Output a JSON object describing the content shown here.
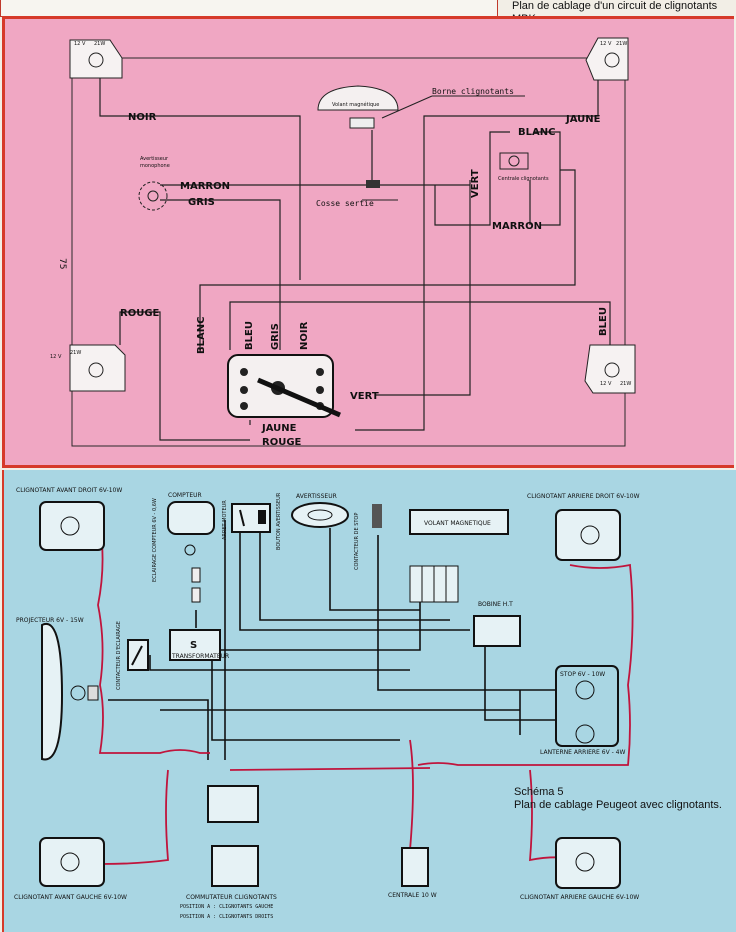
{
  "top_caption": "Plan de cablage d'un circuit de clignotants MBK.",
  "top_diagram": {
    "page_marker": "75",
    "lamp_rating_v": "12 V",
    "lamp_rating_w": "21W",
    "volant_label": "Volant magnétique",
    "borne_label": "Borne clignotants",
    "cosse_label": "Cosse sertie",
    "avertisseur_label": "Avertisseur",
    "avertisseur_sub": "monophone",
    "centrale_label": "Centrale clignotants",
    "wires": {
      "noir": "NOIR",
      "jaune": "JAUNE",
      "blanc": "BLANC",
      "marron": "MARRON",
      "gris": "GRIS",
      "vert": "VERT",
      "rouge": "ROUGE",
      "bleu": "BLEU"
    }
  },
  "bottom_diagram": {
    "clign_av_droit": "CLIGNOTANT AVANT DROIT 6V-10W",
    "clign_ar_droit": "CLIGNOTANT ARRIERE DROIT 6V-10W",
    "clign_av_gauche": "CLIGNOTANT AVANT GAUCHE 6V-10W",
    "clign_ar_gauche": "CLIGNOTANT ARRIERE GAUCHE 6V-10W",
    "projecteur": "PROJECTEUR 6V - 15W",
    "compteur": "COMPTEUR",
    "eclairage_compteur": "ECLAIRAGE COMPTEUR 6V - 0,6W",
    "arret_moteur": "ARRET MOTEUR",
    "bouton_avertisseur": "BOUTON AVERTISSEUR",
    "avertisseur": "AVERTISSEUR",
    "contacteur_stop": "CONTACTEUR DE STOP",
    "volant": "VOLANT MAGNETIQUE",
    "bobine": "BOBINE H.T",
    "contacteur_eclairage": "CONTACTEUR D'ECLAIRAGE",
    "transformateur": "TRANSFORMATEUR",
    "transfo_symbol": "S",
    "stop": "STOP 6V - 10W",
    "lanterne": "LANTERNE ARRIERE 6V - 4W",
    "commutateur": "COMMUTATEUR CLIGNOTANTS",
    "position_gauche": "POSITION A : CLIGNOTANTS GAUCHE",
    "position_droit": "POSITION A : CLIGNOTANTS DROITS",
    "centrale": "CENTRALE 10 W"
  },
  "schema_caption": {
    "title": "Schéma 5",
    "text": "Plan de cablage Peugeot avec clignotants."
  },
  "colors": {
    "pink": "#f0a7c3",
    "blue": "#a9d6e3",
    "red_border": "#d63a2a",
    "wire_red": "#c0143c"
  }
}
